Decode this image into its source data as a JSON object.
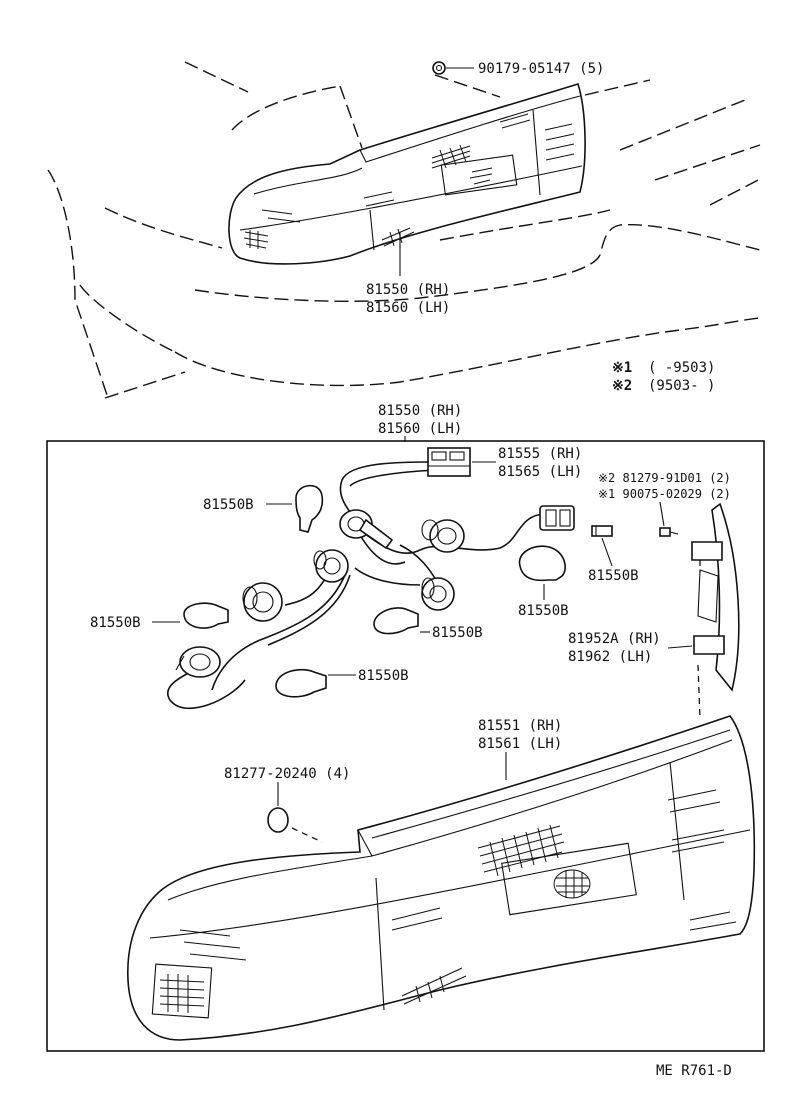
{
  "labels": {
    "nut": "90179-05147 (5)",
    "top_rh": "81550 (RH)",
    "top_lh": "81560 (LH)",
    "note1_mark": "※1",
    "note1_range": "(      -9503)",
    "note2_mark": "※2",
    "note2_range": "(9503-      )",
    "box_rh": "81550 (RH)",
    "box_lh": "81560 (LH)",
    "socket_rh": "81555 (RH)",
    "socket_lh": "81565 (LH)",
    "bolt2": "※2 81279-91D01 (2)",
    "bolt1": "※1 90075-02029 (2)",
    "bulb_a": "81550B",
    "bulb_b": "81550B",
    "bulb_c": "81550B",
    "bulb_d": "81550B",
    "bulb_e": "81550B",
    "bulb_f": "81550B",
    "refl_rh": "81952A (RH)",
    "refl_lh": "81962   (LH)",
    "lens_rh": "81551 (RH)",
    "lens_lh": "81561 (LH)",
    "gasket": "81277-20240 (4)",
    "code": "ME  R761-D"
  }
}
